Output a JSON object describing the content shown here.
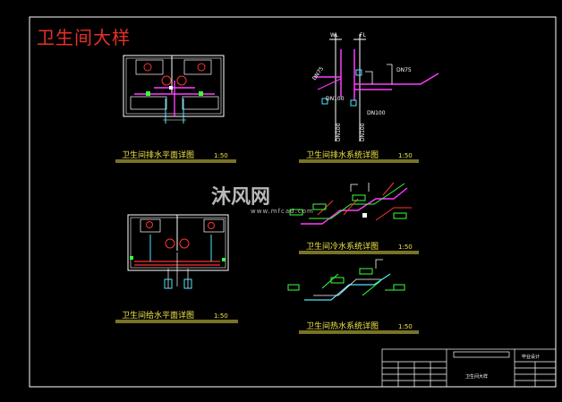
{
  "drawing_title": "卫生间大样",
  "views": {
    "drainage_plan": {
      "caption": "卫生间排水平面详图",
      "scale": "1:50"
    },
    "drainage_system": {
      "caption": "卫生间排水系统详图",
      "scale": "1:50"
    },
    "supply_plan": {
      "caption": "卫生间给水平面详图",
      "scale": "1:50"
    },
    "cold_water_system": {
      "caption": "卫生间冷水系统详图",
      "scale": "1:50"
    },
    "hot_water_system": {
      "caption": "卫生间热水系统详图",
      "scale": "1:50"
    }
  },
  "riser_labels": {
    "wl": "WL",
    "fl": "FL",
    "dn75_a": "DN75",
    "dn75_b": "DN75",
    "dn100_a": "DN100",
    "dn100_b": "DN100",
    "dn100_c": "DN100",
    "dn100_d": "DN100"
  },
  "watermark": {
    "brand": "沐风网",
    "url": "www.mfcad.com"
  },
  "title_block": {
    "drawing_name": "卫生间大样",
    "stamp": "毕业设计"
  },
  "colors": {
    "background": "#000000",
    "caption": "#f2e64a",
    "title": "#e8312a",
    "magenta": "#ff3cff",
    "cyan": "#4fe6ff",
    "red": "#ff3333",
    "green": "#3cff3c",
    "white": "#ffffff"
  }
}
